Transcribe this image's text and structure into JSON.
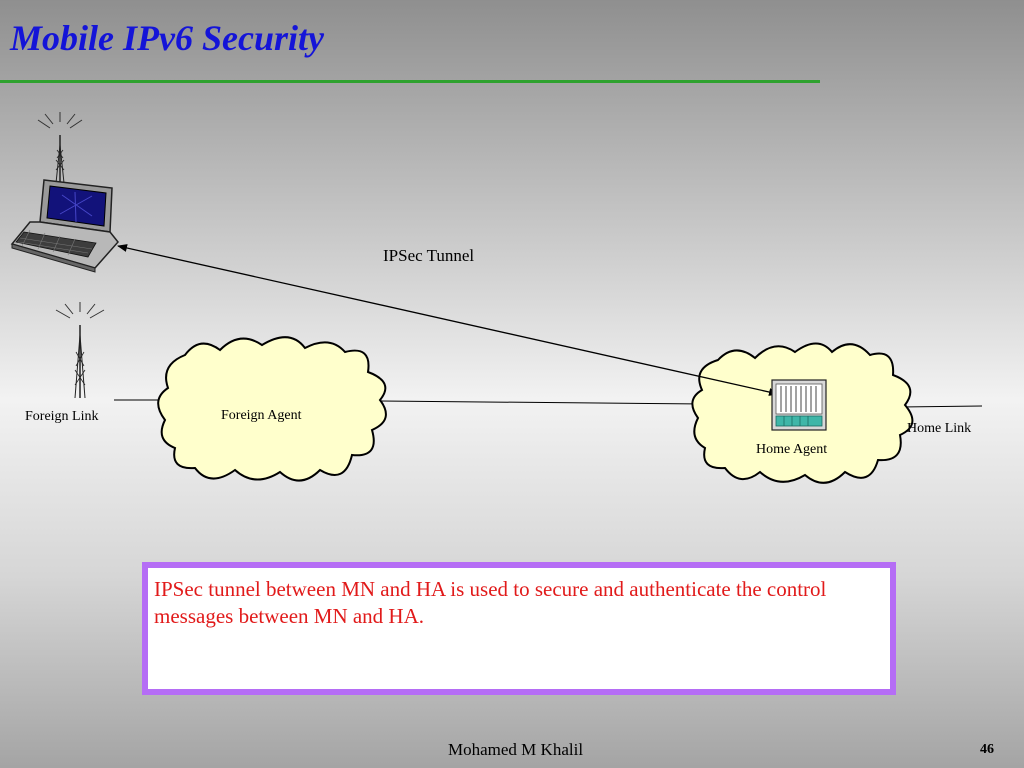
{
  "slide": {
    "title": "Mobile IPv6 Security"
  },
  "diagram": {
    "tunnel_label": "IPSec Tunnel",
    "foreign_link_label": "Foreign Link",
    "foreign_agent_label": "Foreign Agent",
    "home_agent_label": "Home Agent",
    "home_link_label": "Home Link"
  },
  "info_box": {
    "text": "IPSec tunnel between MN and HA is used to secure and authenticate the control messages between MN and HA."
  },
  "footer": {
    "author": "Mohamed M Khalil",
    "page_number": "46"
  },
  "colors": {
    "title": "#1414d8",
    "rule": "#2ea12e",
    "cloud_fill": "#ffffcc",
    "info_border": "#b56df5",
    "info_text": "#e11a1a"
  }
}
